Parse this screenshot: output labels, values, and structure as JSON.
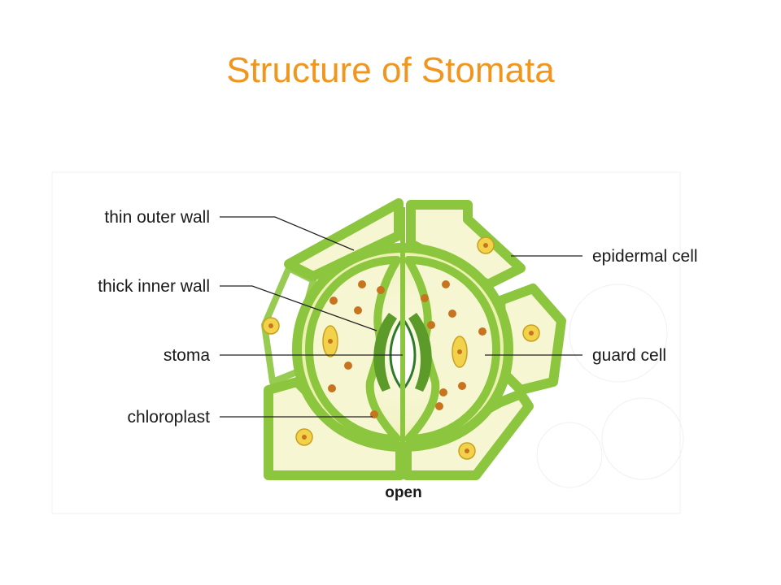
{
  "title": "Structure of Stomata",
  "labels": {
    "thin_outer_wall": "thin outer wall",
    "thick_inner_wall": "thick inner wall",
    "stoma": "stoma",
    "chloroplast": "chloroplast",
    "epidermal_cell": "epidermal cell",
    "guard_cell": "guard cell"
  },
  "caption": "open",
  "colors": {
    "title": "#f0961e",
    "cell_wall": "#8cc63f",
    "cell_wall_dark": "#5c9a2a",
    "cytoplasm": "#f7f6d2",
    "chloroplast": "#c8731e",
    "nucleus": "#f2d24a",
    "pore": "#2f7a2a"
  }
}
